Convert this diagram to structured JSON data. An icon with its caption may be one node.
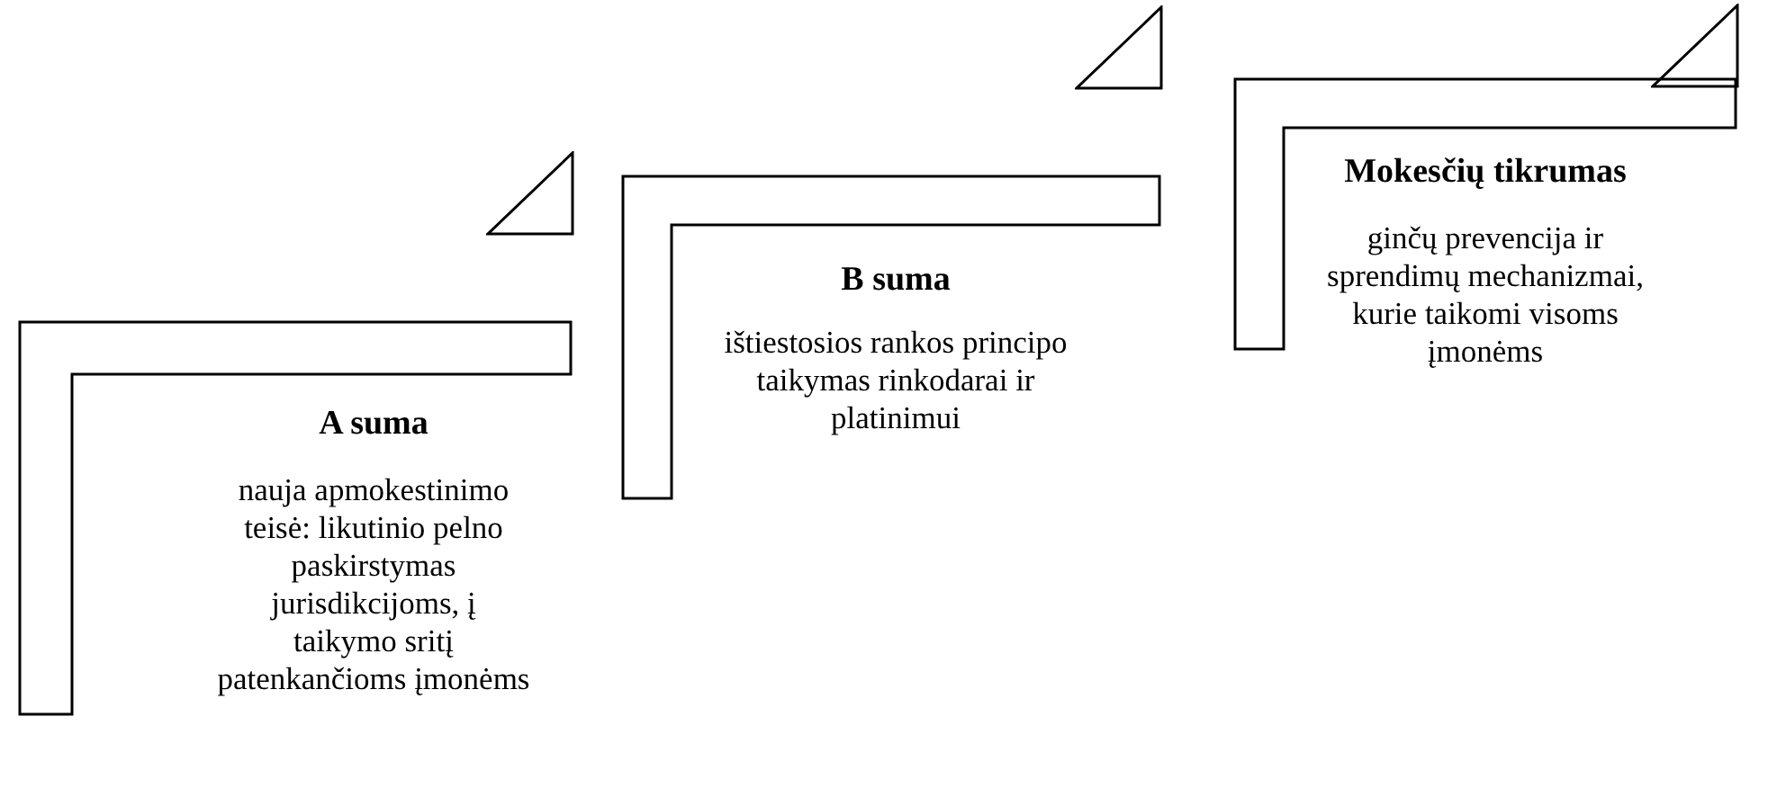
{
  "diagram": {
    "nodes": [
      {
        "text": [
          "A suma",
          "nauja apmokestinimo teisė: likutinio pelno paskirstymas jurisdikcijoms, į taikymo sritį patenkančioms įmonėms"
        ]
      },
      {
        "text": [
          "B suma",
          "ištiestosios rankos principo taikymas rinkodarai ir platinimui"
        ]
      },
      {
        "text": [
          "Mokesčių tikrumas",
          "ginčų prevencija ir sprendimų mechanizmai, kurie taikomi visoms įmonėms"
        ]
      }
    ],
    "edges": []
  }
}
